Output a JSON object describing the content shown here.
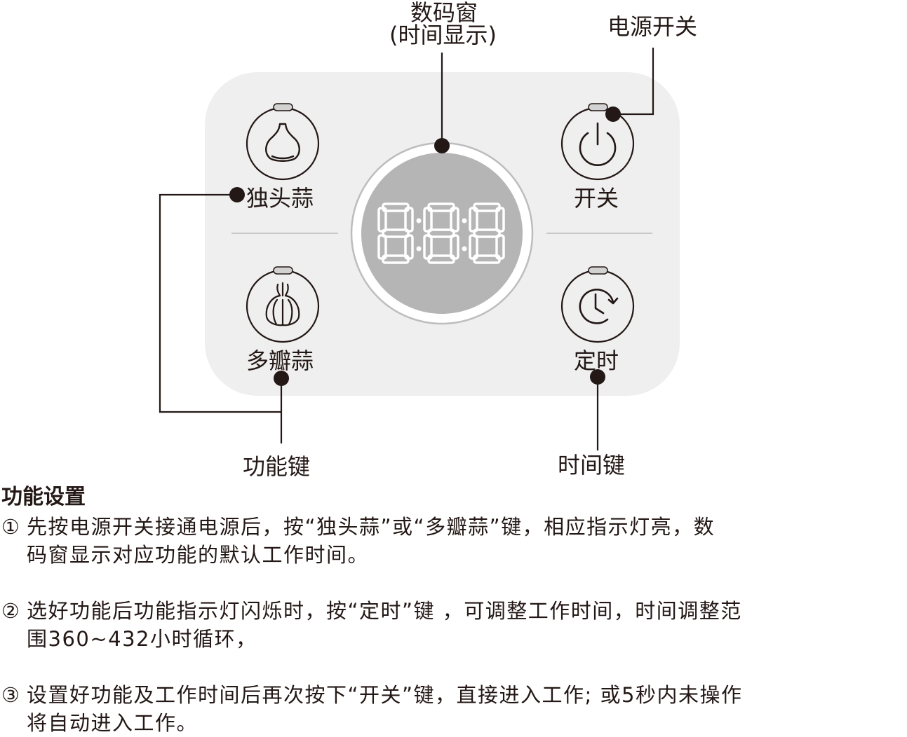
{
  "callouts": {
    "display_window": "数码窗",
    "display_window_sub": "(时间显示)",
    "power_switch": "电源开关",
    "function_key": "功能键",
    "time_key": "时间键"
  },
  "buttons": {
    "single_garlic": "独头蒜",
    "multi_clove_garlic": "多瓣蒜",
    "power": "开关",
    "timer": "定时"
  },
  "display": {
    "digits": "8:8:8"
  },
  "instructions": {
    "title": "功能设置",
    "steps": [
      {
        "num": "①",
        "line1": "先按电源开关接通电源后，按“独头蒜”或“多瓣蒜”键，相应指示灯亮，数",
        "line2": "码窗显示对应功能的默认工作时间。"
      },
      {
        "num": "②",
        "line1": "选好功能后功能指示灯闪烁时，按“定时”键 ，可调整工作时间，时间调整范",
        "line2": "围360~432小时循环，"
      },
      {
        "num": "③",
        "line1": "设置好功能及工作时间后再次按下“开关”键，直接进入工作; 或5秒内未操作",
        "line2": "将自动进入工作。"
      }
    ]
  },
  "colors": {
    "panel": "#efefef",
    "display_face": "#b5b5b5",
    "line": "#231815",
    "indicator": "#d2d2d2"
  },
  "icons": [
    "single-garlic-icon",
    "multi-clove-garlic-icon",
    "power-icon",
    "timer-icon"
  ]
}
